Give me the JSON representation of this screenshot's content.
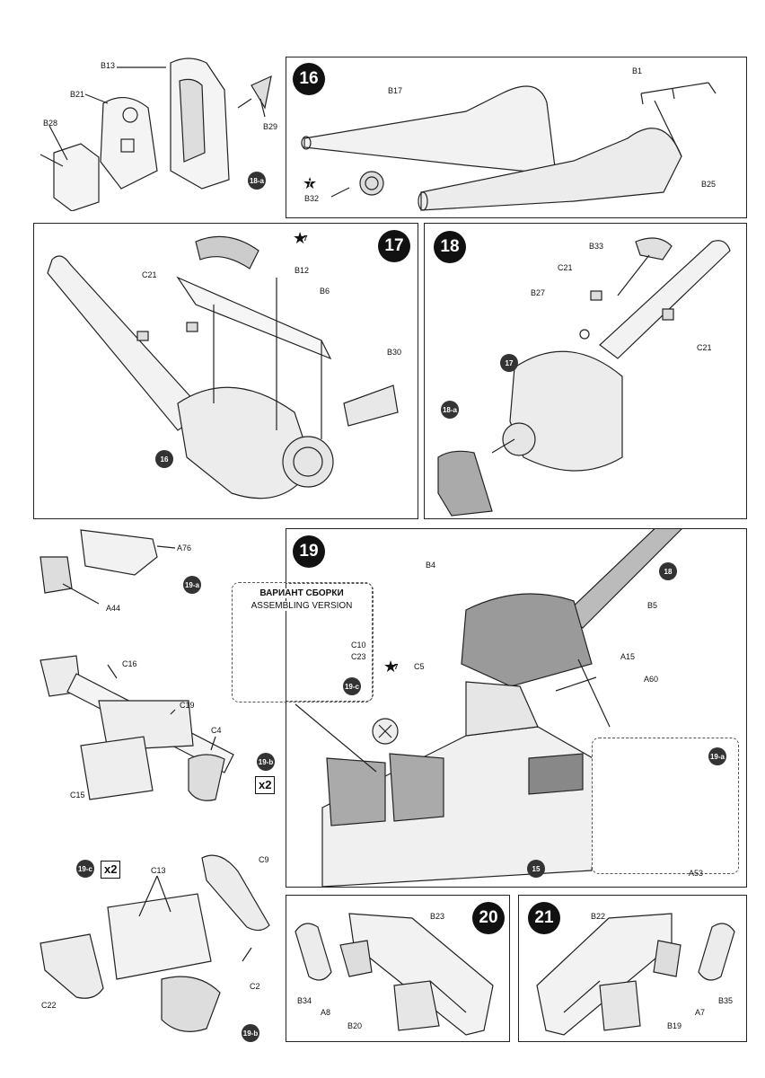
{
  "steps": {
    "s16": "16",
    "s17": "17",
    "s18": "18",
    "s19": "19",
    "s20": "20",
    "s21": "21"
  },
  "refs": {
    "r18a": "18-a",
    "r16": "16",
    "r17": "17",
    "r18a_b": "18-a",
    "r19a": "19-a",
    "r19c": "19-c",
    "r18": "18",
    "r19a_b": "19-a",
    "r19b": "19-b",
    "r15": "15",
    "r19c_b": "19-c",
    "r19b_b": "19-b"
  },
  "qty": {
    "q19b": "x2",
    "q19c": "x2"
  },
  "paint": {
    "p16": "7",
    "p17": "7",
    "p19": "7"
  },
  "variant": {
    "title": "ВАРИАНТ СБОРКИ",
    "subtitle": "ASSEMBLING VERSION"
  },
  "parts": {
    "B13": "B13",
    "B21": "B21",
    "B28": "B28",
    "B29": "B29",
    "B17": "B17",
    "B1": "B1",
    "B25": "B25",
    "B32": "B32",
    "C21a": "C21",
    "B12": "B12",
    "B6": "B6",
    "B30": "B30",
    "B33": "B33",
    "C21b": "C21",
    "B27": "B27",
    "C21c": "C21",
    "A76": "A76",
    "A44": "A44",
    "B4": "B4",
    "B5": "B5",
    "C10": "C10",
    "C23": "C23",
    "C5": "C5",
    "A15": "A15",
    "A60": "A60",
    "A53": "A53",
    "C16": "C16",
    "C19": "C19",
    "C4": "C4",
    "C15": "C15",
    "C13": "C13",
    "C9": "C9",
    "C22": "C22",
    "C2": "C2",
    "B23": "B23",
    "B34": "B34",
    "A8": "A8",
    "B20": "B20",
    "B22": "B22",
    "B35": "B35",
    "A7": "A7",
    "B19": "B19"
  }
}
